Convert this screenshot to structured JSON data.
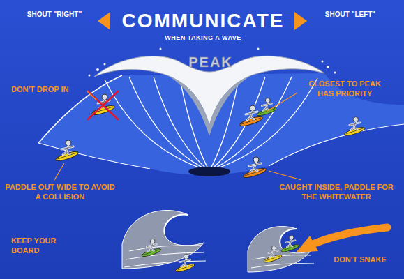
{
  "diagram": {
    "title": "COMMUNICATE",
    "labels": [
      "SHOUT \"RIGHT\"",
      "SHOUT \"LEFT\"",
      "WHEN TAKING A WAVE",
      "PEAK",
      "DON'T DROP IN",
      "CLOSEST TO PEAK HAS PRIORITY",
      "PADDLE OUT WIDE TO AVOID A COLLISION",
      "CAUGHT INSIDE, PADDLE FOR THE WHITEWATER",
      "KEEP YOUR BOARD",
      "DON'T SNAKE"
    ]
  }
}
